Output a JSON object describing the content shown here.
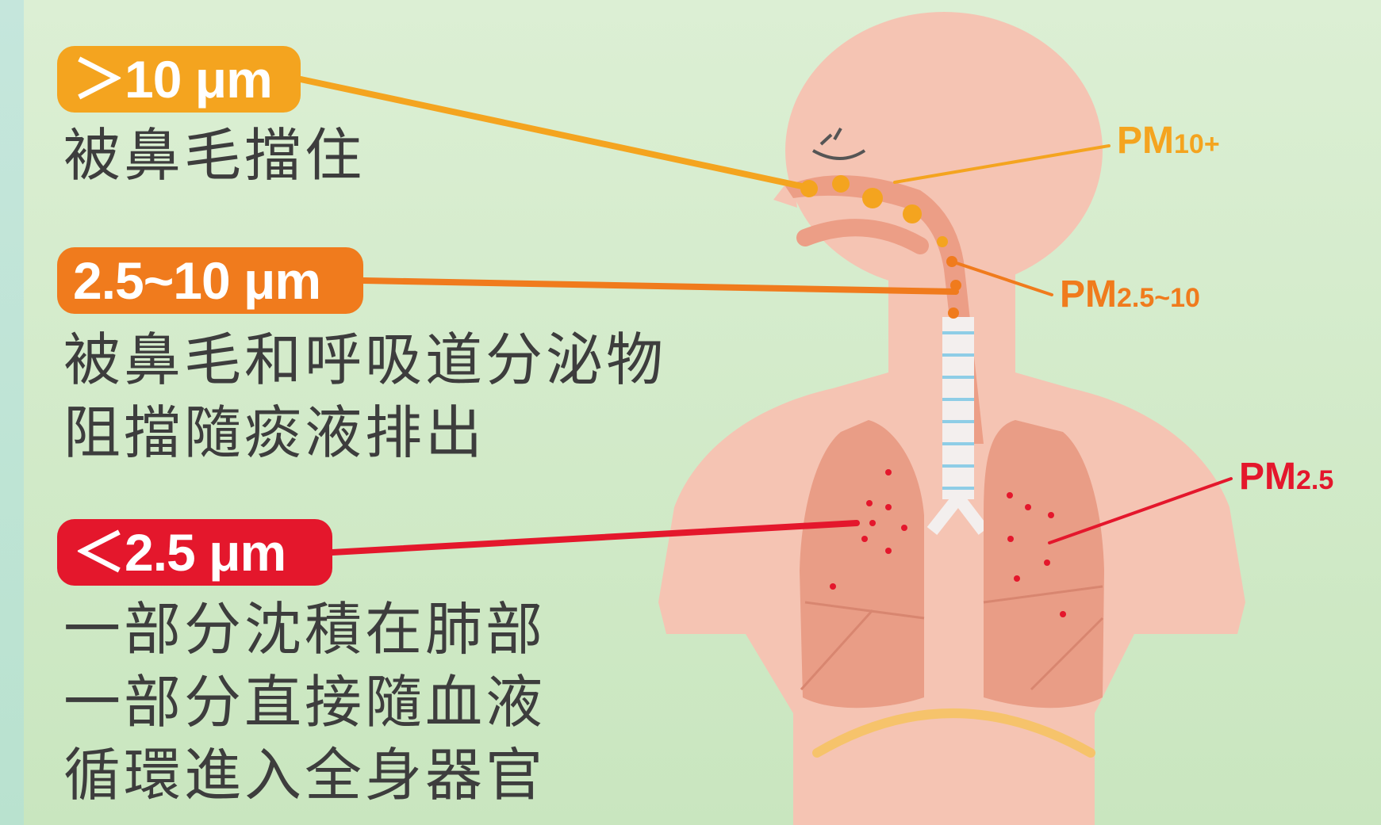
{
  "colors": {
    "coarse": "#f4a41f",
    "medium": "#f07b1d",
    "fine": "#e4172c",
    "skin": "#f5c4b3",
    "lung": "#e99d86"
  },
  "levels": [
    {
      "badge": "＞10 μm",
      "description": [
        "被鼻毛擋住"
      ],
      "label_main": "PM",
      "label_sub": "10+"
    },
    {
      "badge": "2.5~10 μm",
      "description": [
        "被鼻毛和呼吸道分泌物",
        "阻擋隨痰液排出"
      ],
      "label_main": "PM",
      "label_sub": "2.5~10"
    },
    {
      "badge": "＜2.5 μm",
      "description": [
        "一部分沈積在肺部",
        "一部分直接隨血液",
        "循環進入全身器官"
      ],
      "label_main": "PM",
      "label_sub": "2.5"
    }
  ]
}
